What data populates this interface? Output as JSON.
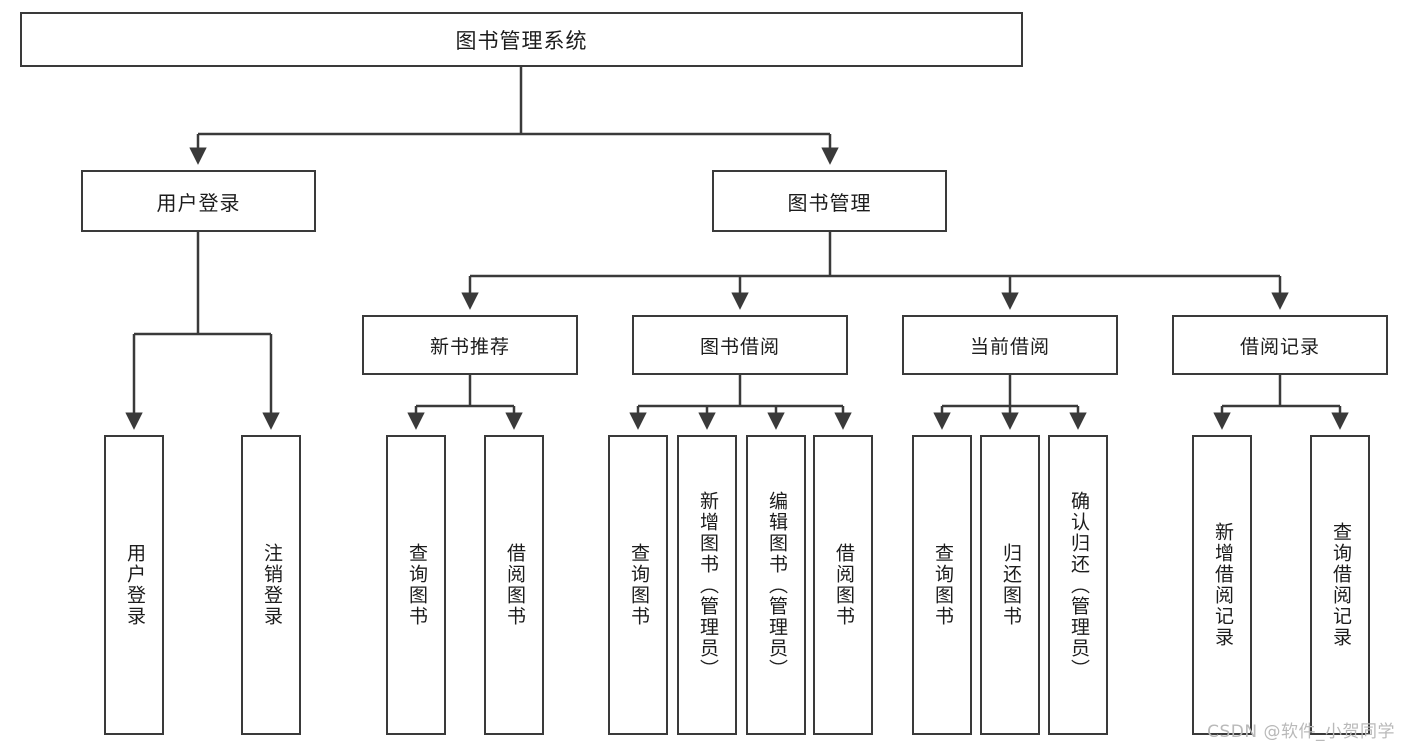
{
  "diagram": {
    "title": "图书管理系统",
    "type": "tree-hierarchy-diagram",
    "watermark": "CSDN @软件_小贺同学",
    "colors": {
      "box_border": "#3a3a3a",
      "box_fill": "#ffffff",
      "edge": "#3a3a3a",
      "text": "#1c1c1c",
      "watermark": "#b9b9b9"
    },
    "nodes": {
      "root": {
        "label": "图书管理系统"
      },
      "level2": [
        {
          "id": "user-login",
          "label": "用户登录"
        },
        {
          "id": "book-manage",
          "label": "图书管理"
        }
      ],
      "level3": [
        {
          "id": "new-book-recommend",
          "label": "新书推荐"
        },
        {
          "id": "book-borrow",
          "label": "图书借阅"
        },
        {
          "id": "current-borrow",
          "label": "当前借阅"
        },
        {
          "id": "borrow-record",
          "label": "借阅记录"
        }
      ],
      "leaves": {
        "user-login": [
          {
            "id": "leaf-user-login",
            "label": "用户登录"
          },
          {
            "id": "leaf-user-logout",
            "label": "注销登录"
          }
        ],
        "new-book-recommend": [
          {
            "id": "leaf-query-book-1",
            "label": "查询图书"
          },
          {
            "id": "leaf-borrow-book-1",
            "label": "借阅图书"
          }
        ],
        "book-borrow": [
          {
            "id": "leaf-query-book-2",
            "label": "查询图书"
          },
          {
            "id": "leaf-add-book",
            "label": "新增图书（管理员）"
          },
          {
            "id": "leaf-edit-book",
            "label": "编辑图书（管理员）"
          },
          {
            "id": "leaf-borrow-book-2",
            "label": "借阅图书"
          }
        ],
        "current-borrow": [
          {
            "id": "leaf-query-book-3",
            "label": "查询图书"
          },
          {
            "id": "leaf-return-book",
            "label": "归还图书"
          },
          {
            "id": "leaf-confirm-return",
            "label": "确认归还（管理员）"
          }
        ],
        "borrow-record": [
          {
            "id": "leaf-add-record",
            "label": "新增借阅记录"
          },
          {
            "id": "leaf-query-record",
            "label": "查询借阅记录"
          }
        ]
      }
    }
  }
}
